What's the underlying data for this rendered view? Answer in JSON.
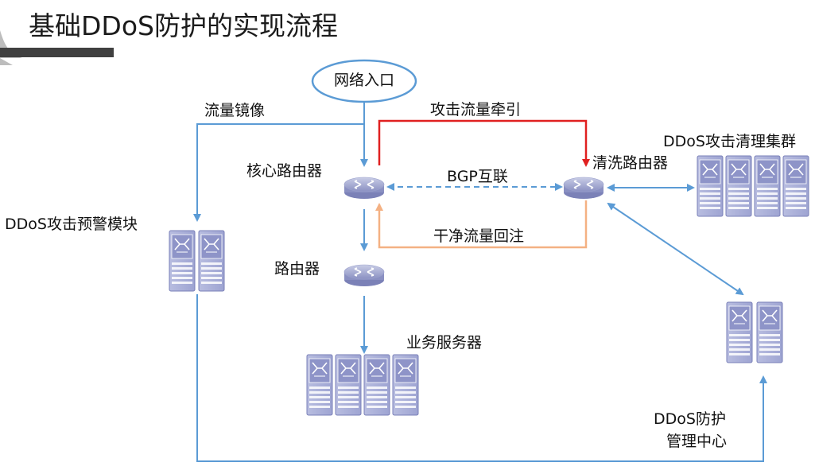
{
  "title": "基础DDoS防护的实现流程",
  "labels": {
    "entry": "网络入口",
    "mirror": "流量镜像",
    "divert": "攻击流量牵引",
    "core_router": "核心路由器",
    "bgp": "BGP互联",
    "scrub_router": "清洗路由器",
    "scrub_cluster": "DDoS攻击清理集群",
    "warning_module": "DDoS攻击预警模块",
    "clean_return": "干净流量回注",
    "router": "路由器",
    "servers": "业务服务器",
    "mgmt_line1": "DDoS防护",
    "mgmt_line2": "管理中心"
  },
  "colors": {
    "line_blue": "#5b9bd5",
    "attack_red": "#e02020",
    "clean_orange": "#f4b183",
    "title_bar": "#404040"
  },
  "icons": {
    "router": "router-icon",
    "server": "server-rack-icon"
  }
}
